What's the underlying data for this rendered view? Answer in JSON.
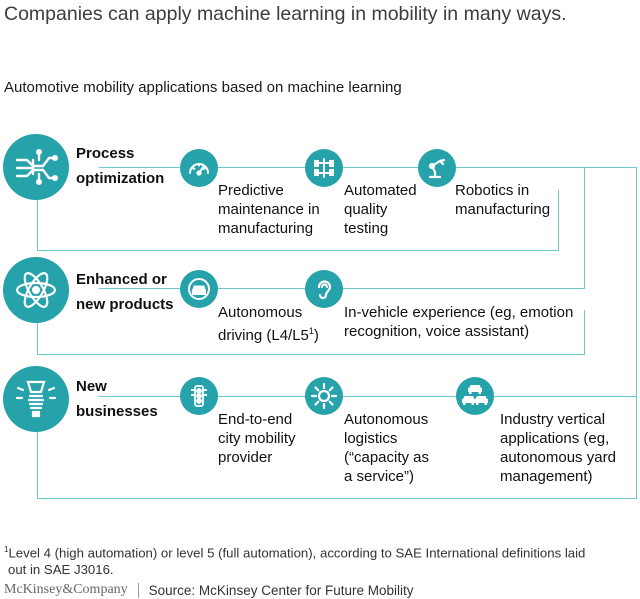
{
  "title": "Companies can apply machine learning in mobility in many ways.",
  "subtitle": "Automotive mobility applications based on machine learning",
  "categories": [
    {
      "line1": "Process",
      "line2": "optimization",
      "icon": "circuit-icon",
      "apps": [
        {
          "icon": "speedometer-icon",
          "lines": [
            "Predictive",
            "maintenance in",
            "manufacturing"
          ]
        },
        {
          "icon": "chassis-icon",
          "lines": [
            "Automated",
            "quality",
            "testing"
          ]
        },
        {
          "icon": "robot-arm-icon",
          "lines": [
            "Robotics in",
            "manufacturing"
          ]
        }
      ]
    },
    {
      "line1": "Enhanced or",
      "line2": "new products",
      "icon": "atom-icon",
      "apps": [
        {
          "icon": "car-icon",
          "lines": [
            "Autonomous",
            "driving (L4/L5"
          ],
          "sup": "1",
          "close": ")"
        },
        {
          "icon": "ear-icon",
          "lines": [
            "In-vehicle experience (eg, emotion",
            "recognition, voice assistant)"
          ]
        }
      ]
    },
    {
      "line1": "New",
      "line2": "businesses",
      "icon": "lightbulb-icon",
      "apps": [
        {
          "icon": "traffic-light-icon",
          "lines": [
            "End-to-end",
            "city mobility",
            "provider"
          ]
        },
        {
          "icon": "gear-network-icon",
          "lines": [
            "Autonomous",
            "logistics",
            "(“capacity as",
            "a service”)"
          ]
        },
        {
          "icon": "two-cars-icon",
          "lines": [
            "Industry vertical",
            "applications (eg,",
            "autonomous yard",
            "management)"
          ]
        }
      ]
    }
  ],
  "footnote": {
    "marker": "1",
    "line1": "Level 4 (high automation) or level 5 (full automation), according to SAE International definitions laid",
    "line2": "out in SAE J3016."
  },
  "footer": {
    "logo": "McKinsey&Company",
    "source": "Source: McKinsey Center for Future Mobility"
  },
  "colors": {
    "accent": "#26a2aa",
    "line": "#6cc9cc"
  }
}
